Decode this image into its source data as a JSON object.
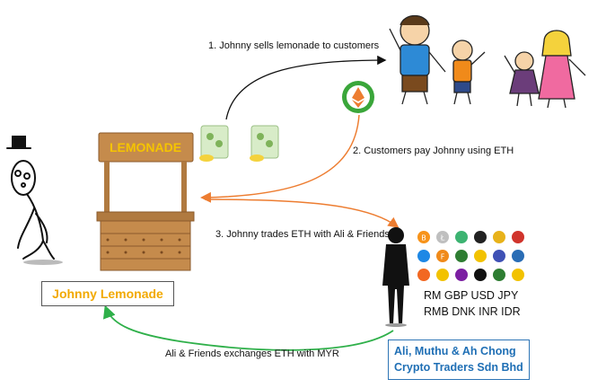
{
  "steps": {
    "step1": "1. Johnny sells lemonade to customers",
    "step2": "2. Customers pay Johnny using ETH",
    "step3": "3. Johnny trades ETH with Ali & Friends",
    "step4": "Ali & Friends exchanges ETH with MYR"
  },
  "stand": {
    "sign": "LEMONADE"
  },
  "johnny": {
    "label": "Johnny Lemonade"
  },
  "traders": {
    "line1": "Ali, Muthu & Ah Chong",
    "line2": "Crypto Traders Sdn Bhd"
  },
  "currencies": {
    "row1": "RM GBP USD JPY",
    "row2": "RMB DNK INR IDR"
  },
  "colors": {
    "arrow_sell": "#111111",
    "arrow_pay": "#ed7d31",
    "arrow_trade": "#ed7d31",
    "arrow_exchange": "#2fb04a",
    "johnny_label": "#f2a900",
    "traders_label": "#1f6fb5",
    "eth_badge": "#3aa63a"
  },
  "icons": {
    "eth": "ethereum-icon",
    "coins": [
      "bitcoin",
      "litecoin",
      "coin",
      "dash",
      "coin",
      "coin",
      "coin",
      "factom",
      "coin",
      "coin",
      "coin",
      "coin",
      "monero",
      "coin",
      "coin",
      "coin",
      "coin",
      "coin"
    ]
  }
}
